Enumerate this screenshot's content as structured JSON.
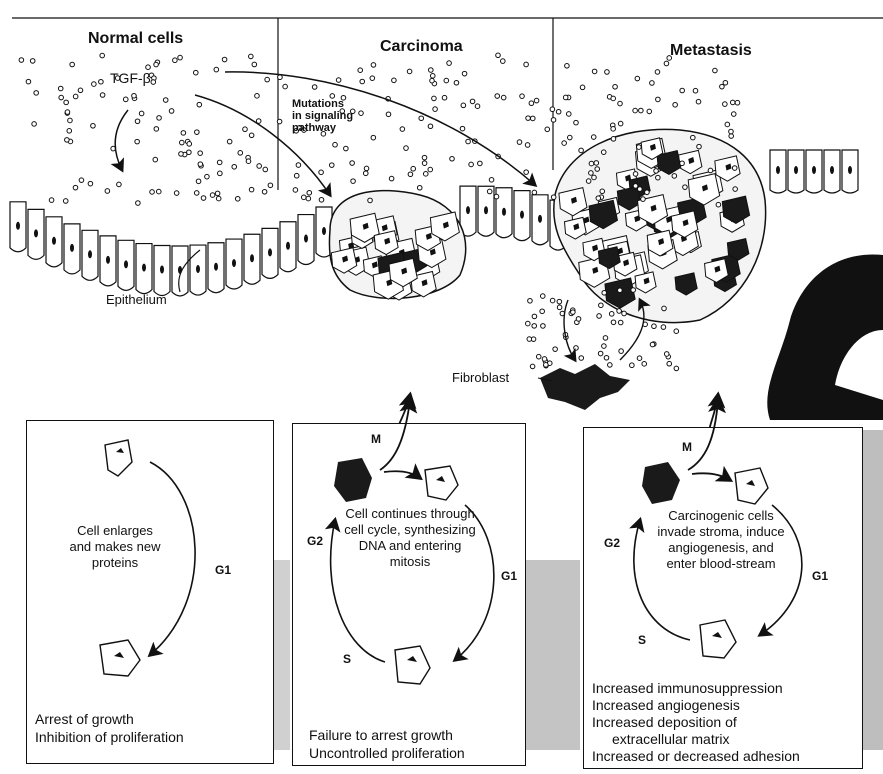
{
  "columns": {
    "normal": "Normal cells",
    "carcinoma": "Carcinoma",
    "metastasis": "Metastasis"
  },
  "labels": {
    "tgf": "TGF-β",
    "mutations": "Mutations\nin signaling\npathway",
    "epithelium": "Epithelium",
    "fibroblast": "Fibroblast"
  },
  "panels": {
    "normal": {
      "center": "Cell enlarges and makes new proteins",
      "g1": "G1",
      "footer": [
        "Arrest of growth",
        "Inhibition of proliferation"
      ]
    },
    "carcinoma": {
      "center": "Cell continues through cell cycle, synthesizing DNA and entering mitosis",
      "m": "M",
      "g2": "G2",
      "g1": "G1",
      "s": "S",
      "footer": [
        "Failure to arrest growth",
        "Uncontrolled proliferation"
      ]
    },
    "metastasis": {
      "center": "Carcinogenic cells invade stroma, induce angiogenesis, and enter blood-stream",
      "m": "M",
      "g2": "G2",
      "g1": "G1",
      "s": "S",
      "footer": [
        "Increased immunosuppression",
        "Increased angiogenesis",
        "Increased deposition of",
        "extracellular matrix",
        "Increased or decreased adhesion"
      ]
    }
  }
}
